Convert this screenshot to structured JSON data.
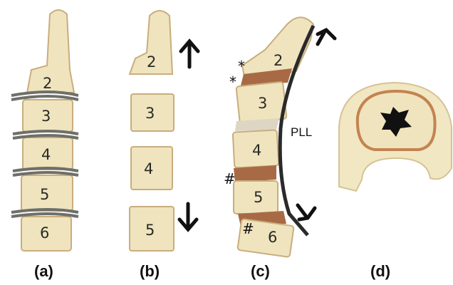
{
  "colors": {
    "bone": "#efe4bd",
    "bone_edge": "#c9ad7e",
    "wire": "#6f6f6a",
    "disc": "#a86a45",
    "ligament": "#2a2a2a",
    "canal": "#c48350",
    "lesion": "#111111"
  },
  "panel_a": {
    "labels": [
      "2",
      "3",
      "4",
      "5",
      "6"
    ],
    "caption": "(a)"
  },
  "panel_b": {
    "labels": [
      "2",
      "3",
      "4",
      "5"
    ],
    "caption": "(b)",
    "icons": [
      "arrow-up-icon",
      "arrow-down-icon"
    ]
  },
  "panel_c": {
    "labels": [
      "2",
      "3",
      "4",
      "5",
      "6"
    ],
    "marks": [
      "*",
      "*",
      "#",
      "#"
    ],
    "ligament_label": "PLL",
    "caption": "(c)",
    "icons": [
      "curved-arrow-up-icon",
      "curved-arrow-down-icon"
    ]
  },
  "panel_d": {
    "caption": "(d)",
    "icons": [
      "star-lesion-icon"
    ]
  }
}
